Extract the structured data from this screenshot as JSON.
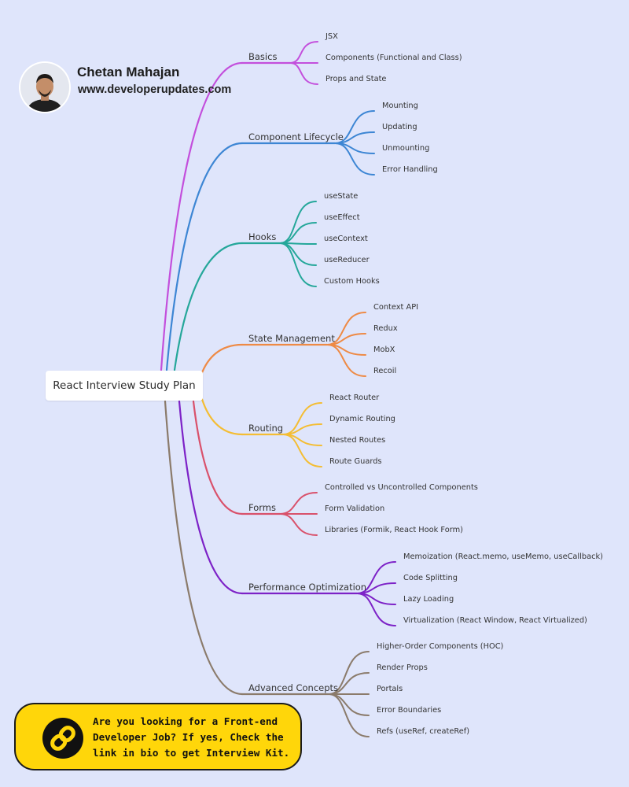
{
  "author": {
    "name": "Chetan Mahajan",
    "site": "www.developerupdates.com"
  },
  "mindmap": {
    "root": "React Interview Study Plan",
    "branches": [
      {
        "label": "Basics",
        "color": "#c34fdc",
        "items": [
          "JSX",
          "Components (Functional and Class)",
          "Props and State"
        ]
      },
      {
        "label": "Component Lifecycle",
        "color": "#3d86d4",
        "items": [
          "Mounting",
          "Updating",
          "Unmounting",
          "Error Handling"
        ]
      },
      {
        "label": "Hooks",
        "color": "#25a79a",
        "items": [
          "useState",
          "useEffect",
          "useContext",
          "useReducer",
          "Custom Hooks"
        ]
      },
      {
        "label": "State Management",
        "color": "#ee8a45",
        "items": [
          "Context API",
          "Redux",
          "MobX",
          "Recoil"
        ]
      },
      {
        "label": "Routing",
        "color": "#f4bd33",
        "items": [
          "React Router",
          "Dynamic Routing",
          "Nested Routes",
          "Route Guards"
        ]
      },
      {
        "label": "Forms",
        "color": "#d9516b",
        "items": [
          "Controlled vs Uncontrolled Components",
          "Form Validation",
          "Libraries (Formik, React Hook Form)"
        ]
      },
      {
        "label": "Performance Optimization",
        "color": "#7d22c7",
        "items": [
          "Memoization (React.memo, useMemo, useCallback)",
          "Code Splitting",
          "Lazy Loading",
          "Virtualization (React Window, React Virtualized)"
        ]
      },
      {
        "label": "Advanced Concepts",
        "color": "#8b7b6b",
        "items": [
          "Higher-Order Components (HOC)",
          "Render Props",
          "Portals",
          "Error Boundaries",
          "Refs (useRef, createRef)"
        ]
      }
    ]
  },
  "banner": {
    "line1": "Are you looking for a Front-end",
    "line2": "Developer Job?  If yes, Check the",
    "line3": "link in bio to get Interview Kit.",
    "icon": "link-icon",
    "background": "#ffd60a"
  }
}
